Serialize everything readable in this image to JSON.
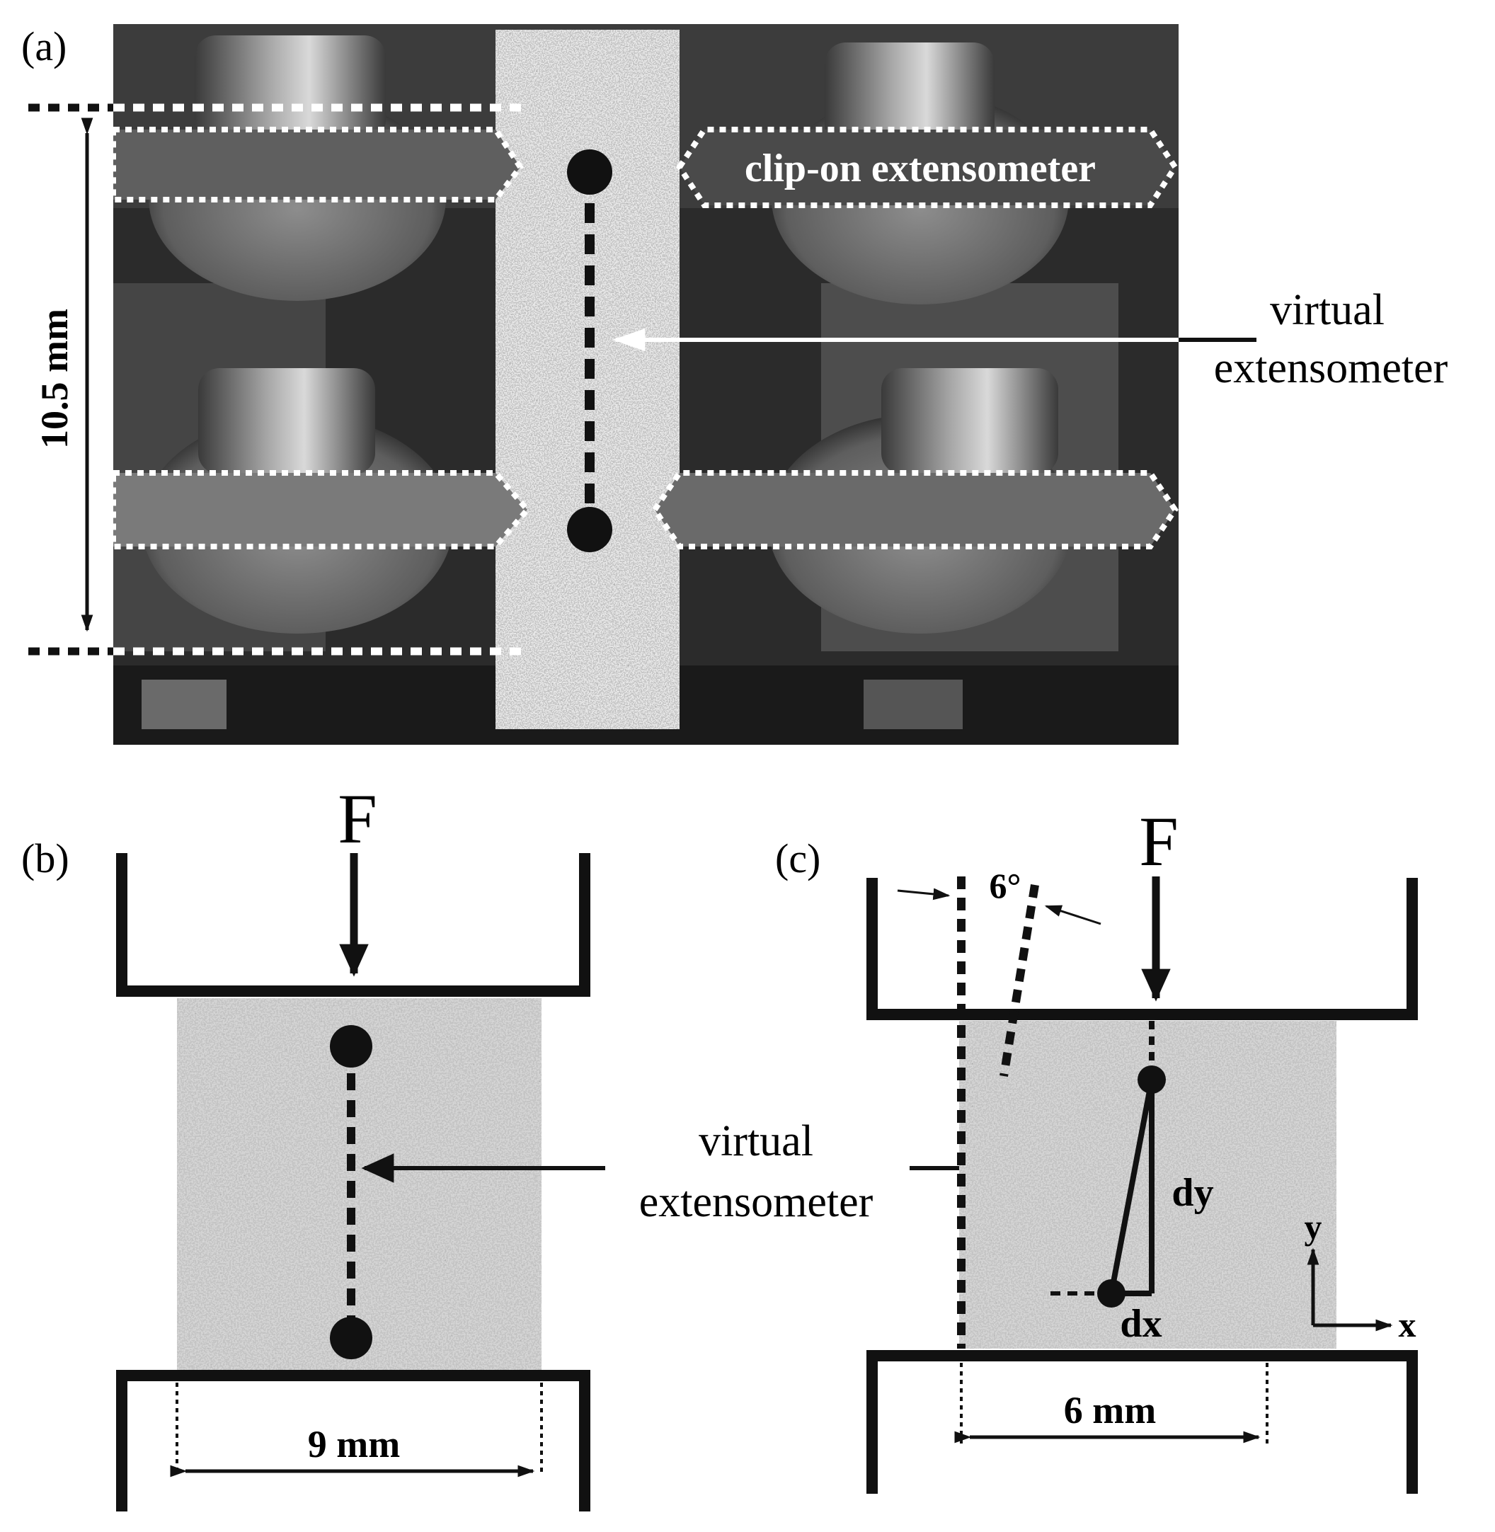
{
  "panel_a": {
    "label": "(a)",
    "dimension": "10.5 mm",
    "clip_label": "clip-on extensometer",
    "virtual_label_line1": "virtual",
    "virtual_label_line2": "extensometer"
  },
  "panel_b": {
    "label": "(b)",
    "force": "F",
    "width": "9 mm"
  },
  "center": {
    "virtual_line1": "virtual",
    "virtual_line2": "extensometer"
  },
  "panel_c": {
    "label": "(c)",
    "force": "F",
    "angle": "6°",
    "dy": "dy",
    "dx": "dx",
    "axis_y": "y",
    "axis_x": "x",
    "width": "6 mm"
  }
}
